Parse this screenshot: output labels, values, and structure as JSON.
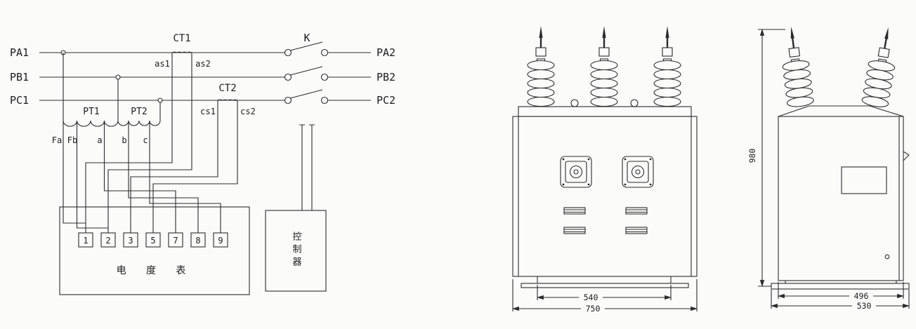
{
  "colors": {
    "ink": "#2c2c2c",
    "paper": "#fbfbfa"
  },
  "schematic": {
    "phase_in": [
      "PA1",
      "PB1",
      "PC1"
    ],
    "phase_out": [
      "PA2",
      "PB2",
      "PC2"
    ],
    "ct1_label": "CT1",
    "ct2_label": "CT2",
    "switch_label": "K",
    "ct1_sec": [
      "as1",
      "as2"
    ],
    "ct2_sec": [
      "cs1",
      "cs2"
    ],
    "pt1_label": "PT1",
    "pt2_label": "PT2",
    "pt_taps": [
      "Fa",
      "Fb",
      "a",
      "b",
      "c"
    ],
    "terminals": [
      "1",
      "2",
      "3",
      "5",
      "7",
      "8",
      "9"
    ],
    "meter_label": "电 度 表",
    "controller_label": "控制器"
  },
  "front_view": {
    "dim_feet_span": "540",
    "dim_overall_width": "750"
  },
  "side_view": {
    "dim_body_width": "496",
    "dim_base_width": "530",
    "dim_height": "980"
  }
}
